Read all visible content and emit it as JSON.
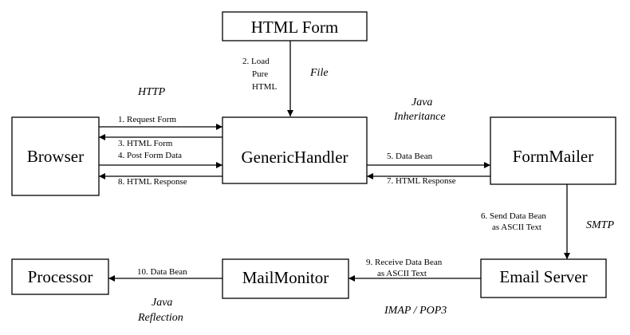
{
  "nodes": {
    "html_form": "HTML Form",
    "browser": "Browser",
    "generic_handler": "GenericHandler",
    "form_mailer": "FormMailer",
    "processor": "Processor",
    "mail_monitor": "MailMonitor",
    "email_server": "Email Server"
  },
  "edges": {
    "load_pure_html": [
      "2. Load",
      "Pure",
      "HTML"
    ],
    "request_form": "1. Request Form",
    "html_form_resp": "3. HTML Form",
    "post_form_data": "4. Post Form Data",
    "html_response_8": "8. HTML Response",
    "data_bean_5": "5. Data Bean",
    "html_response_7": "7. HTML Response",
    "send_data_bean": [
      "6. Send Data Bean",
      "as ASCII Text"
    ],
    "receive_data_bean": [
      "9. Receive Data Bean",
      "as ASCII Text"
    ],
    "data_bean_10": "10. Data Bean"
  },
  "protocols": {
    "http": "HTTP",
    "file": "File",
    "java_inheritance": [
      "Java",
      "Inheritance"
    ],
    "smtp": "SMTP",
    "imap_pop3": "IMAP / POP3",
    "java_reflection": [
      "Java",
      "Reflection"
    ]
  }
}
